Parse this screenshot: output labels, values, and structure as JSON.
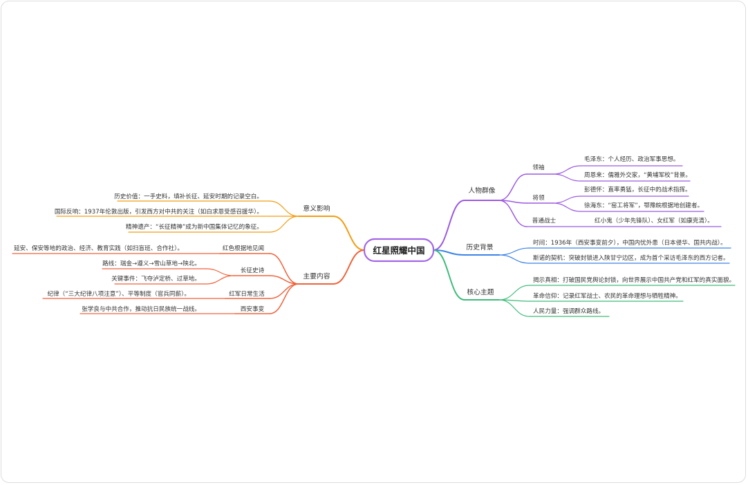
{
  "root": "红星照耀中国",
  "right": [
    {
      "label": "人物群像",
      "color": "#9b59e0",
      "groups": [
        {
          "label": "领袖",
          "items": [
            "毛泽东：个人经历、政治军事思想。",
            "周恩来：儒雅外交家，“黄埔军校”背景。"
          ]
        },
        {
          "label": "将领",
          "items": [
            "彭德怀：直率勇猛，长征中的战术指挥。",
            "徐海东：“窑工将军”，鄂豫皖根据地创建者。"
          ]
        },
        {
          "label": "普通战士",
          "items": [
            "红小鬼（少年先锋队）、女红军（如康克清）。"
          ]
        }
      ]
    },
    {
      "label": "历史背景",
      "color": "#3b82e6",
      "items": [
        "时间：1936年（西安事变前夕），中国内忧外患（日本侵华、国共内战）。",
        "斯诺的契机：突破封锁进入陕甘宁边区，成为首个采访毛泽东的西方记者。"
      ]
    },
    {
      "label": "核心主题",
      "color": "#3dbb7a",
      "items": [
        "揭示真相：打破国民党舆论封锁，向世界展示中国共产党和红军的真实面貌。",
        "革命信仰：记录红军战士、农民的革命理想与牺牲精神。",
        "人民力量：强调群众路线。"
      ]
    }
  ],
  "left": [
    {
      "label": "意义影响",
      "color": "#f39c12",
      "items": [
        "历史价值：一手史料，填补长征、延安时期的记录空白。",
        "国际反响：1937年伦敦出版，引发西方对中共的关注（如白求恩受感召援华）。",
        "精神遗产：“长征精神”成为新中国集体记忆的象征。"
      ]
    },
    {
      "label": "主要内容",
      "color": "#f0623a",
      "groups": [
        {
          "label": "红色根据地见闻",
          "items": [
            "延安、保安等地的政治、经济、教育实践（如扫盲班、合作社）。"
          ]
        },
        {
          "label": "长征史诗",
          "items": [
            "路线：瑞金→遵义→雪山草地→陕北。",
            "关键事件：飞夺泸定桥、过草地。"
          ]
        },
        {
          "label": "红军日常生活",
          "items": [
            "纪律（“三大纪律八项注意”）、平等制度（官兵同薪）。"
          ]
        },
        {
          "label": "西安事变",
          "items": [
            "张学良与中共合作，推动抗日民族统一战线。"
          ]
        }
      ]
    }
  ]
}
